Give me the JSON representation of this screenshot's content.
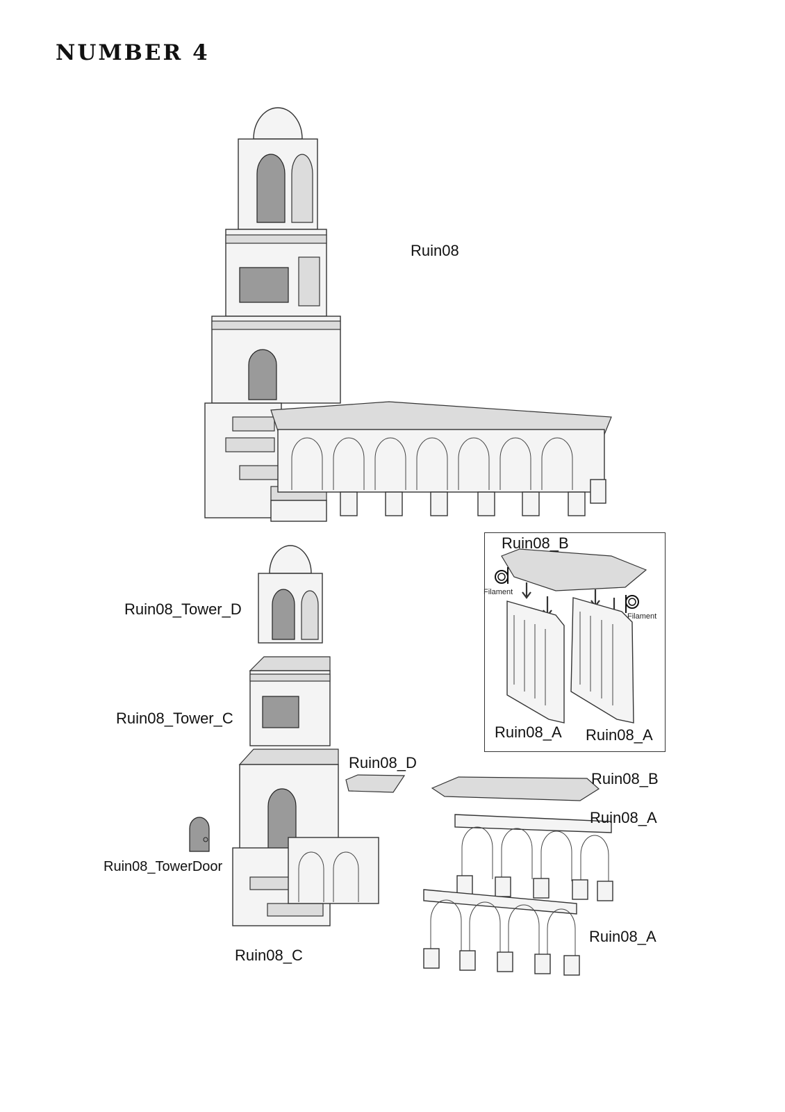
{
  "page": {
    "title": "NUMBER 4"
  },
  "labels": {
    "main_model": "Ruin08",
    "tower_d": "Ruin08_Tower_D",
    "tower_c": "Ruin08_Tower_C",
    "tower_door": "Ruin08_TowerDoor",
    "part_c": "Ruin08_C",
    "part_d": "Ruin08_D",
    "part_b_right": "Ruin08_B",
    "part_a_right_upper": "Ruin08_A",
    "part_a_right_lower": "Ruin08_A"
  },
  "inset": {
    "part_b": "Ruin08_B",
    "part_a_left": "Ruin08_A",
    "part_a_right": "Ruin08_A",
    "filament_left": "Filament",
    "filament_right": "Filament"
  },
  "icons": [
    "filament-icon",
    "down-arrow-icon"
  ]
}
